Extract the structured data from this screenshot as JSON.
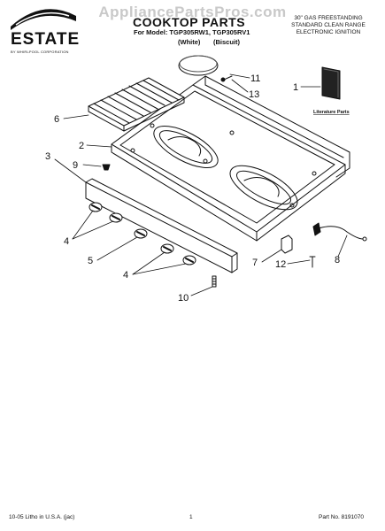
{
  "header": {
    "watermark": "AppliancePartsPros.com",
    "brand": "ESTATE",
    "brand_sub": "BY WHIRLPOOL CORPORATION",
    "title": "COOKTOP PARTS",
    "model_line": "For Model: TGP305RW1, TGP305RV1",
    "color_white": "(White)",
    "color_biscuit": "(Biscuit)",
    "desc_line1": "30\" GAS FREESTANDING",
    "desc_line2": "STANDARD CLEAN RANGE",
    "desc_line3": "ELECTRONIC IGNITION"
  },
  "literature_label": "Literature Parts",
  "callouts": {
    "c1": "1",
    "c2": "2",
    "c3": "3",
    "c4a": "4",
    "c4b": "4",
    "c5": "5",
    "c6": "6",
    "c7": "7",
    "c8": "8",
    "c9": "9",
    "c10": "10",
    "c11": "11",
    "c12": "12",
    "c13": "13"
  },
  "footer": {
    "left": "10-05 Litho in U.S.A. (jac)",
    "center": "1",
    "right": "Part No. 8191070"
  }
}
